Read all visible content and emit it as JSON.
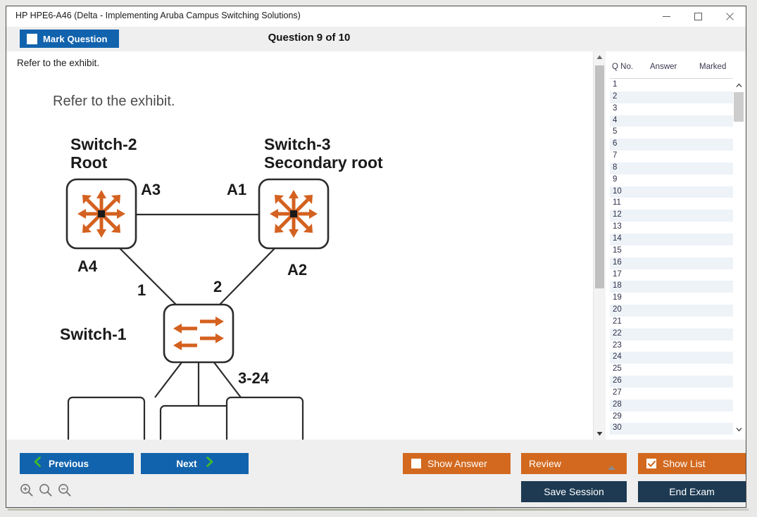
{
  "window": {
    "title": "HP HPE6-A46 (Delta - Implementing Aruba Campus Switching Solutions)",
    "minimize_label": "–",
    "maximize_label": "□",
    "close_label": "✕"
  },
  "header": {
    "mark_question_label": "Mark Question",
    "mark_question_checked": false,
    "question_title": "Question 9 of 10"
  },
  "content": {
    "stem": "Refer to the exhibit.",
    "exhibit": {
      "caption": "Refer to the exhibit.",
      "nodes": [
        {
          "name": "Switch-2",
          "role": "Root",
          "icon": "router-icon"
        },
        {
          "name": "Switch-3",
          "role": "Secondary root",
          "icon": "router-icon"
        },
        {
          "name": "Switch-1",
          "role": "",
          "icon": "switch-icon"
        }
      ],
      "port_labels": [
        "A3",
        "A1",
        "A4",
        "A2",
        "1",
        "2",
        "3-24"
      ],
      "endpoint_count": 3
    }
  },
  "list_panel": {
    "columns": [
      "Q No.",
      "Answer",
      "Marked"
    ],
    "rows": [
      {
        "q": "1",
        "answer": "",
        "marked": ""
      },
      {
        "q": "2",
        "answer": "",
        "marked": ""
      },
      {
        "q": "3",
        "answer": "",
        "marked": ""
      },
      {
        "q": "4",
        "answer": "",
        "marked": ""
      },
      {
        "q": "5",
        "answer": "",
        "marked": ""
      },
      {
        "q": "6",
        "answer": "",
        "marked": ""
      },
      {
        "q": "7",
        "answer": "",
        "marked": ""
      },
      {
        "q": "8",
        "answer": "",
        "marked": ""
      },
      {
        "q": "9",
        "answer": "",
        "marked": ""
      },
      {
        "q": "10",
        "answer": "",
        "marked": ""
      },
      {
        "q": "11",
        "answer": "",
        "marked": ""
      },
      {
        "q": "12",
        "answer": "",
        "marked": ""
      },
      {
        "q": "13",
        "answer": "",
        "marked": ""
      },
      {
        "q": "14",
        "answer": "",
        "marked": ""
      },
      {
        "q": "15",
        "answer": "",
        "marked": ""
      },
      {
        "q": "16",
        "answer": "",
        "marked": ""
      },
      {
        "q": "17",
        "answer": "",
        "marked": ""
      },
      {
        "q": "18",
        "answer": "",
        "marked": ""
      },
      {
        "q": "19",
        "answer": "",
        "marked": ""
      },
      {
        "q": "20",
        "answer": "",
        "marked": ""
      },
      {
        "q": "21",
        "answer": "",
        "marked": ""
      },
      {
        "q": "22",
        "answer": "",
        "marked": ""
      },
      {
        "q": "23",
        "answer": "",
        "marked": ""
      },
      {
        "q": "24",
        "answer": "",
        "marked": ""
      },
      {
        "q": "25",
        "answer": "",
        "marked": ""
      },
      {
        "q": "26",
        "answer": "",
        "marked": ""
      },
      {
        "q": "27",
        "answer": "",
        "marked": ""
      },
      {
        "q": "28",
        "answer": "",
        "marked": ""
      },
      {
        "q": "29",
        "answer": "",
        "marked": ""
      },
      {
        "q": "30",
        "answer": "",
        "marked": ""
      }
    ]
  },
  "bottom_bar": {
    "previous_label": "Previous",
    "next_label": "Next",
    "show_answer_label": "Show Answer",
    "show_answer_checked": false,
    "review_label": "Review",
    "show_list_label": "Show List",
    "show_list_checked": true,
    "save_session_label": "Save Session",
    "end_exam_label": "End Exam",
    "zoom_in_icon": "zoom-in-icon",
    "zoom_reset_icon": "zoom-reset-icon",
    "zoom_out_icon": "zoom-out-icon"
  },
  "colors": {
    "primary_blue": "#1263ad",
    "accent_orange": "#d2691e",
    "navy": "#1d3a52",
    "chevron_green": "#3fbf26",
    "row_alt": "#eef3f8",
    "diagram_orange": "#d4611f"
  }
}
